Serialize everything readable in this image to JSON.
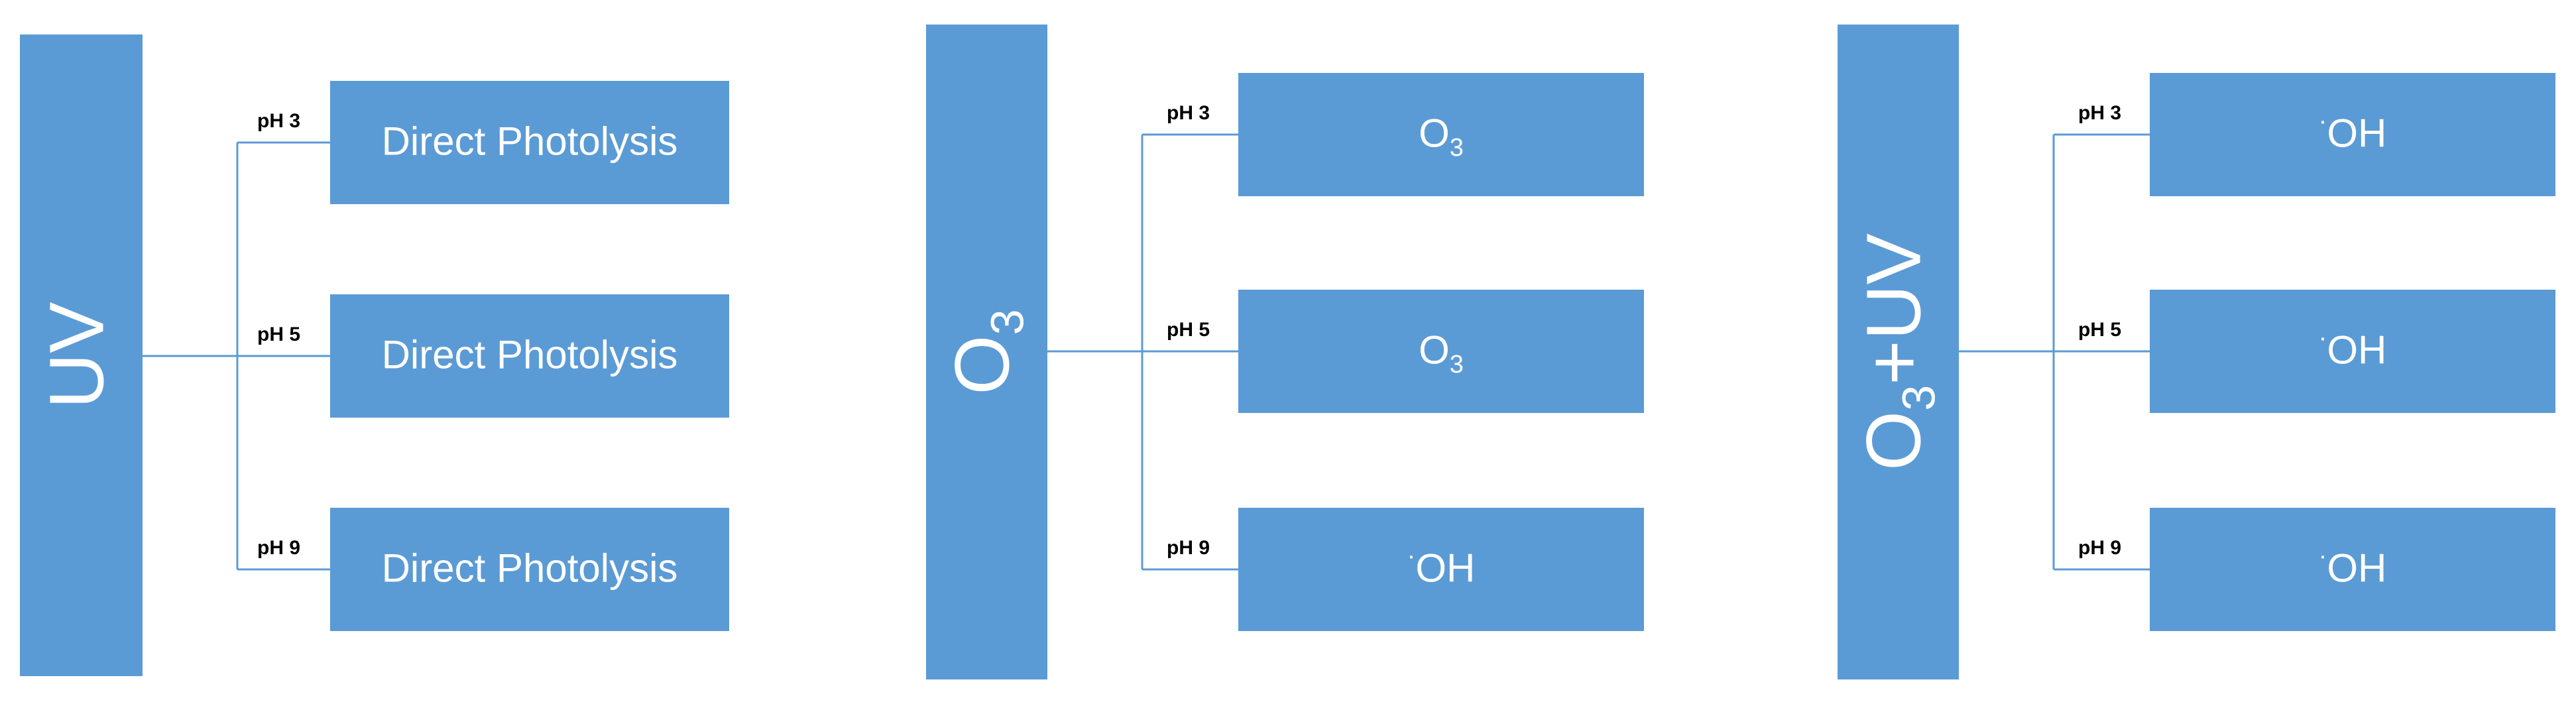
{
  "colors": {
    "box_fill": "#5b9bd5",
    "box_text": "#ffffff",
    "connector": "#5b9bd5",
    "ph_text": "#000000"
  },
  "groups": [
    {
      "treatment": {
        "main": "UV",
        "sub": "",
        "rest": ""
      },
      "branches": [
        {
          "ph": "pH 3",
          "result": {
            "sup": "",
            "main": "Direct Photolysis",
            "sub": ""
          }
        },
        {
          "ph": "pH 5",
          "result": {
            "sup": "",
            "main": "Direct Photolysis",
            "sub": ""
          }
        },
        {
          "ph": "pH 9",
          "result": {
            "sup": "",
            "main": "Direct Photolysis",
            "sub": ""
          }
        }
      ]
    },
    {
      "treatment": {
        "main": "O",
        "sub": "3",
        "rest": ""
      },
      "branches": [
        {
          "ph": "pH 3",
          "result": {
            "sup": "",
            "main": "O",
            "sub": "3"
          }
        },
        {
          "ph": "pH 5",
          "result": {
            "sup": "",
            "main": "O",
            "sub": "3"
          }
        },
        {
          "ph": "pH 9",
          "result": {
            "sup": "·",
            "main": "OH",
            "sub": ""
          }
        }
      ]
    },
    {
      "treatment": {
        "main": "O",
        "sub": "3",
        "rest": "+UV"
      },
      "branches": [
        {
          "ph": "pH 3",
          "result": {
            "sup": "·",
            "main": "OH",
            "sub": ""
          }
        },
        {
          "ph": "pH 5",
          "result": {
            "sup": "·",
            "main": "OH",
            "sub": ""
          }
        },
        {
          "ph": "pH 9",
          "result": {
            "sup": "·",
            "main": "OH",
            "sub": ""
          }
        }
      ]
    }
  ]
}
